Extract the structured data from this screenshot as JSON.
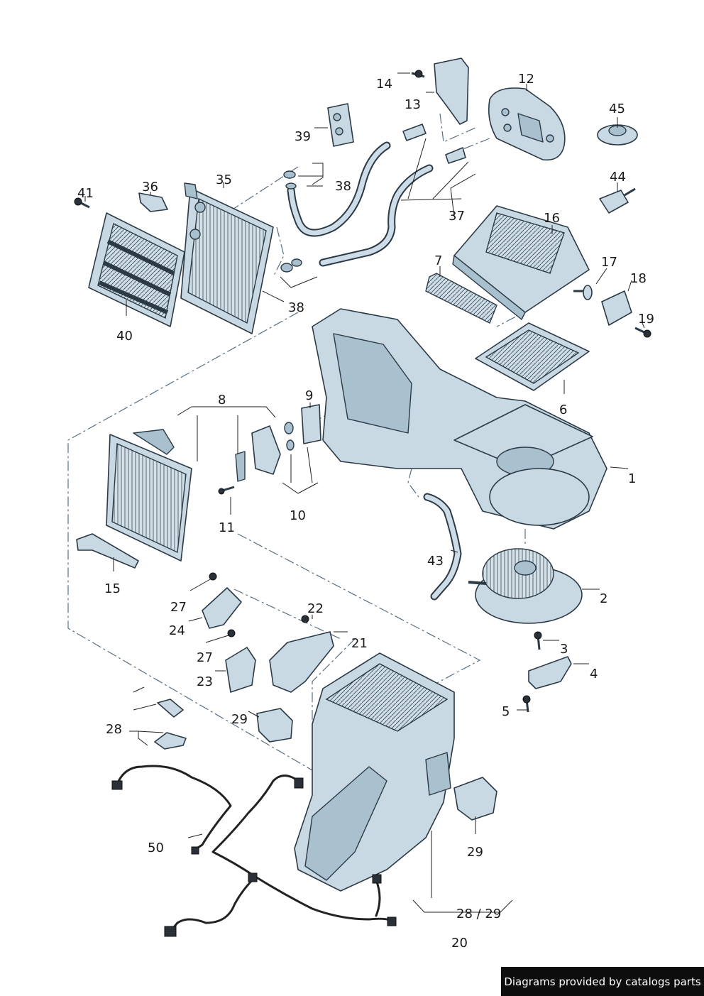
{
  "diagram": {
    "part_labels": [
      {
        "id": "p1",
        "text": "1"
      },
      {
        "id": "p2",
        "text": "2"
      },
      {
        "id": "p3",
        "text": "3"
      },
      {
        "id": "p4",
        "text": "4"
      },
      {
        "id": "p5",
        "text": "5"
      },
      {
        "id": "p6",
        "text": "6"
      },
      {
        "id": "p7",
        "text": "7"
      },
      {
        "id": "p8",
        "text": "8"
      },
      {
        "id": "p9",
        "text": "9"
      },
      {
        "id": "p10",
        "text": "10"
      },
      {
        "id": "p11",
        "text": "11"
      },
      {
        "id": "p12",
        "text": "12"
      },
      {
        "id": "p13",
        "text": "13"
      },
      {
        "id": "p14",
        "text": "14"
      },
      {
        "id": "p15",
        "text": "15"
      },
      {
        "id": "p16",
        "text": "16"
      },
      {
        "id": "p17",
        "text": "17"
      },
      {
        "id": "p18",
        "text": "18"
      },
      {
        "id": "p19",
        "text": "19"
      },
      {
        "id": "p20",
        "text": "20"
      },
      {
        "id": "p21",
        "text": "21"
      },
      {
        "id": "p22",
        "text": "22"
      },
      {
        "id": "p23",
        "text": "23"
      },
      {
        "id": "p24",
        "text": "24"
      },
      {
        "id": "p27a",
        "text": "27"
      },
      {
        "id": "p27b",
        "text": "27"
      },
      {
        "id": "p28",
        "text": "28"
      },
      {
        "id": "p29a",
        "text": "29"
      },
      {
        "id": "p29b",
        "text": "29"
      },
      {
        "id": "p2829",
        "text": "28 / 29"
      },
      {
        "id": "p35",
        "text": "35"
      },
      {
        "id": "p36",
        "text": "36"
      },
      {
        "id": "p37",
        "text": "37"
      },
      {
        "id": "p38a",
        "text": "38"
      },
      {
        "id": "p38b",
        "text": "38"
      },
      {
        "id": "p39",
        "text": "39"
      },
      {
        "id": "p40",
        "text": "40"
      },
      {
        "id": "p41",
        "text": "41"
      },
      {
        "id": "p43",
        "text": "43"
      },
      {
        "id": "p44",
        "text": "44"
      },
      {
        "id": "p45",
        "text": "45"
      },
      {
        "id": "p50",
        "text": "50"
      }
    ]
  },
  "footer": {
    "credit": "Diagrams provided by catalogs parts"
  }
}
